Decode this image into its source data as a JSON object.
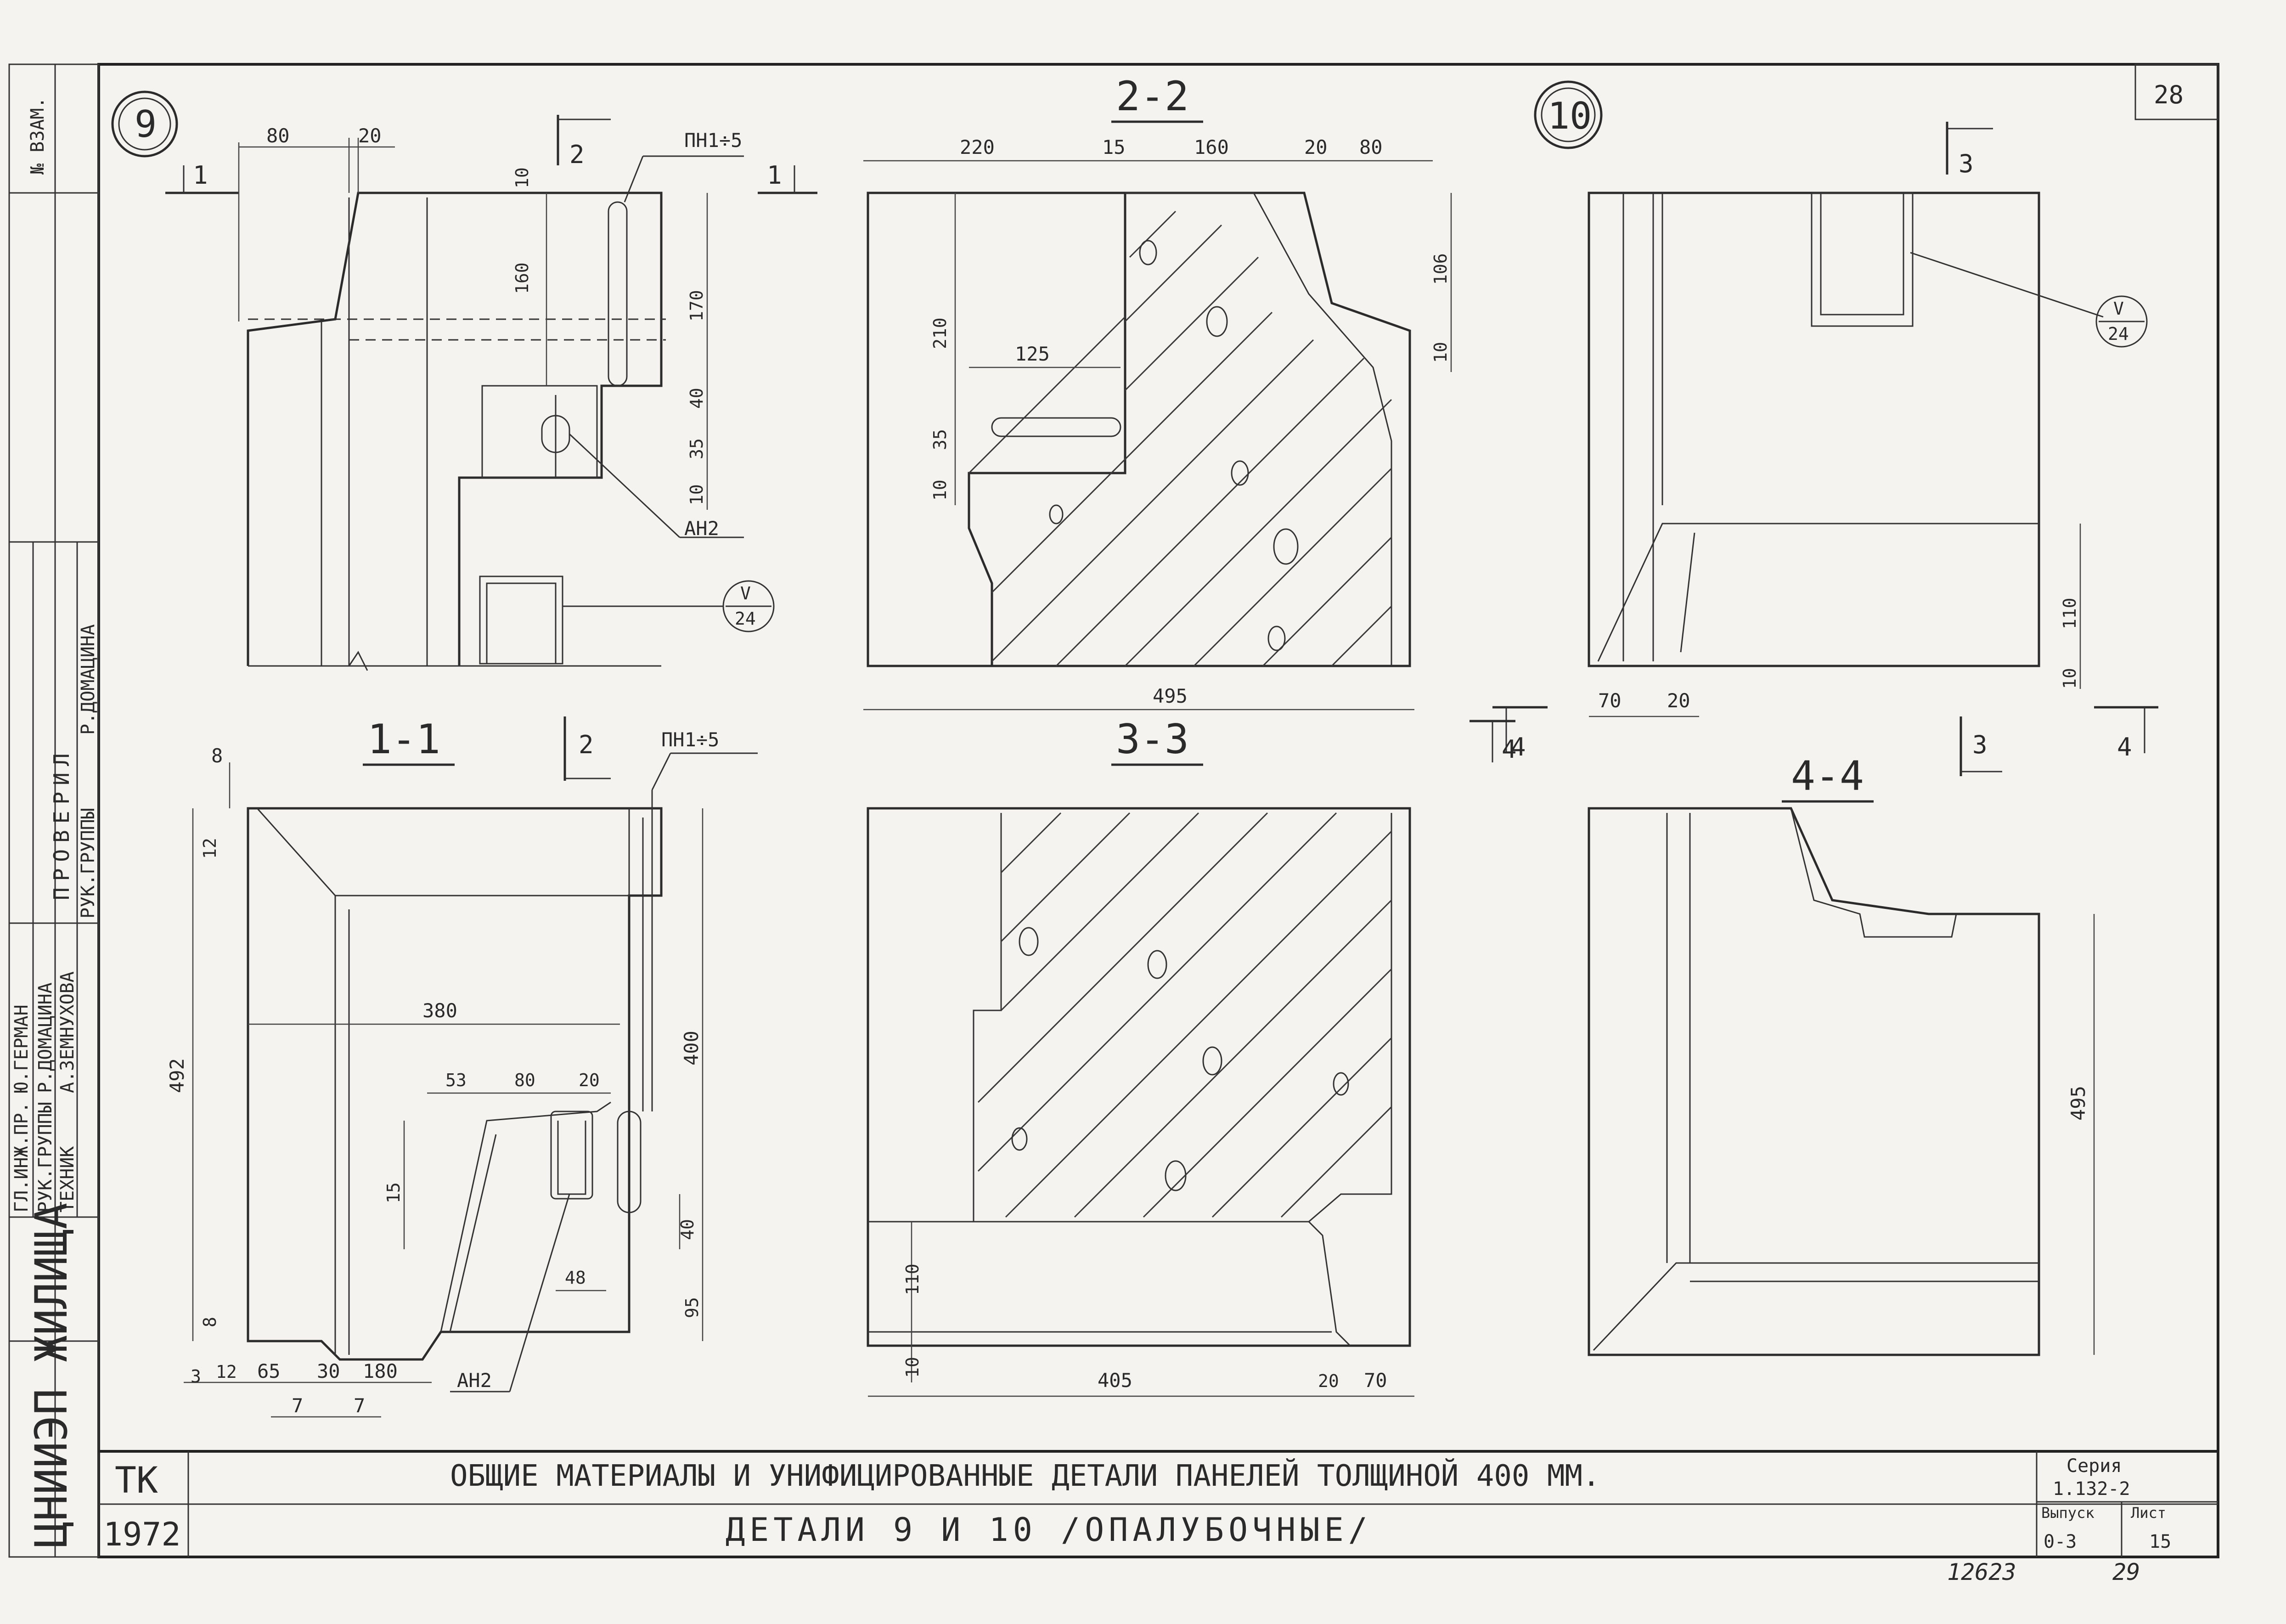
{
  "sheet": {
    "number": "28",
    "page_number_handwritten": "12623",
    "page_mark": "29",
    "left_margin": "№ ВЗАМ.",
    "org": "ЦНИИЭП ЖИЛИЩА",
    "signatures": {
      "checked_caption": "ПРОВЕРИЛ",
      "rows": [
        {
          "role": "ГЛ.ИНЖ.ПР.",
          "name": "Ю.ГЕРМАН",
          "check_role": "",
          "checker": ""
        },
        {
          "role": "РУК.ГРУППЫ",
          "name": "Р.ДОМАЦИНА",
          "check_role": "РУК.ГРУППЫ",
          "checker": "Р.ДОМАЦИНА"
        },
        {
          "role": "ТЕХНИК",
          "name": "А.ЗЕМНУХОВА",
          "check_role": "РУК.ГРУППЫ",
          "checker": "Р.ДОМАЦИНА"
        }
      ]
    }
  },
  "title_block": {
    "code": "ТК",
    "year": "1972",
    "title_line1": "ОБЩИЕ МАТЕРИАЛЫ И УНИФИЦИРОВАННЫЕ ДЕТАЛИ ПАНЕЛЕЙ ТОЛЩИНОЙ 400 ММ.",
    "title_line2": "ДЕТАЛИ 9 И 10 /ОПАЛУБОЧНЫЕ/",
    "series_label": "Серия",
    "series_value": "1.132-2",
    "issue_label": "Выпуск",
    "issue_value": "0-3",
    "sheet_label": "Лист",
    "sheet_value": "15"
  },
  "details": {
    "d9": {
      "marker": "9",
      "cuts": [
        "1",
        "1",
        "2"
      ],
      "labels": {
        "pn": "ПН1÷5",
        "an": "АН2",
        "ref_top": "V",
        "ref_bottom": "24"
      },
      "dims": [
        "80",
        "20",
        "10",
        "160",
        "170",
        "40",
        "35",
        "10"
      ]
    },
    "s22": {
      "title": "2-2",
      "dims": [
        "220",
        "15",
        "160",
        "20",
        "80",
        "106",
        "10",
        "210",
        "125",
        "35",
        "10",
        "495"
      ]
    },
    "d10": {
      "marker": "10",
      "cuts": [
        "3",
        "3",
        "4",
        "4"
      ],
      "labels": {
        "ref_top": "V",
        "ref_bottom": "24"
      },
      "dims": [
        "110",
        "10",
        "70",
        "20"
      ]
    },
    "s11": {
      "title": "1-1",
      "cut": "2",
      "labels": {
        "pn": "ПН1÷5",
        "an": "АН2"
      },
      "dims": [
        "8",
        "12",
        "492",
        "380",
        "400",
        "53",
        "80",
        "20",
        "15",
        "40",
        "48",
        "95",
        "8",
        "3",
        "12",
        "65",
        "30",
        "180",
        "7",
        "7"
      ]
    },
    "s33": {
      "title": "3-3",
      "dims": [
        "110",
        "10",
        "405",
        "20",
        "70"
      ]
    },
    "s44": {
      "title": "4-4",
      "dims": [
        "495"
      ]
    }
  }
}
